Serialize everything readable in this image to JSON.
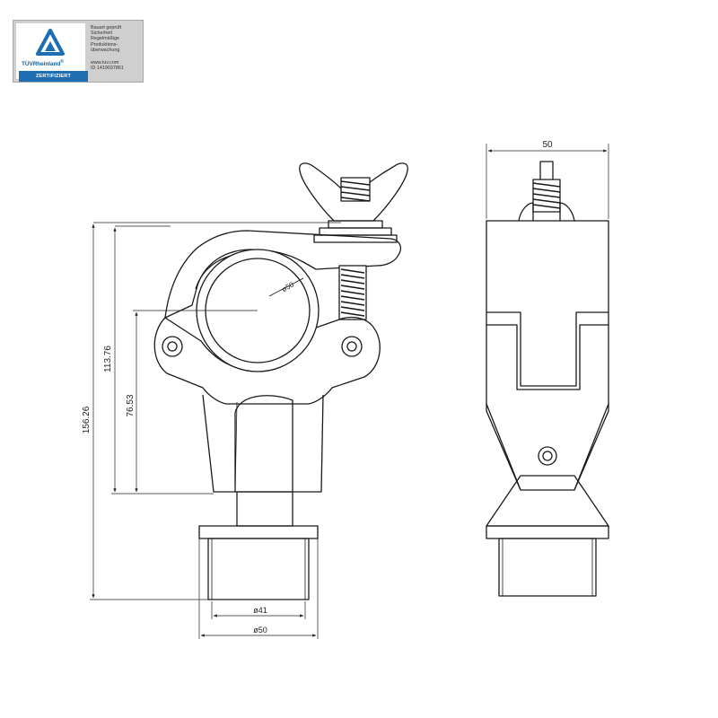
{
  "badge": {
    "brand": "TÜVRheinland",
    "registered": "®",
    "certified": "ZERTIFIZIERT",
    "lines": [
      "Bauart geprüft",
      "Sicherheit",
      "Regelmäßige",
      "Produktions-",
      "überwachung"
    ],
    "website": "www.tuv.com",
    "id": "ID 1419037861",
    "colors": {
      "blue": "#1e6eb4",
      "panel": "#cfcfcf"
    }
  },
  "dimensions": {
    "total_height": "156.26",
    "upper_height": "113.76",
    "lower_height": "76.53",
    "tube_diameter": "ø50",
    "spigot_inner": "ø41",
    "spigot_outer": "ø50",
    "side_width": "50"
  },
  "colors": {
    "line": "#1a1a1a"
  }
}
